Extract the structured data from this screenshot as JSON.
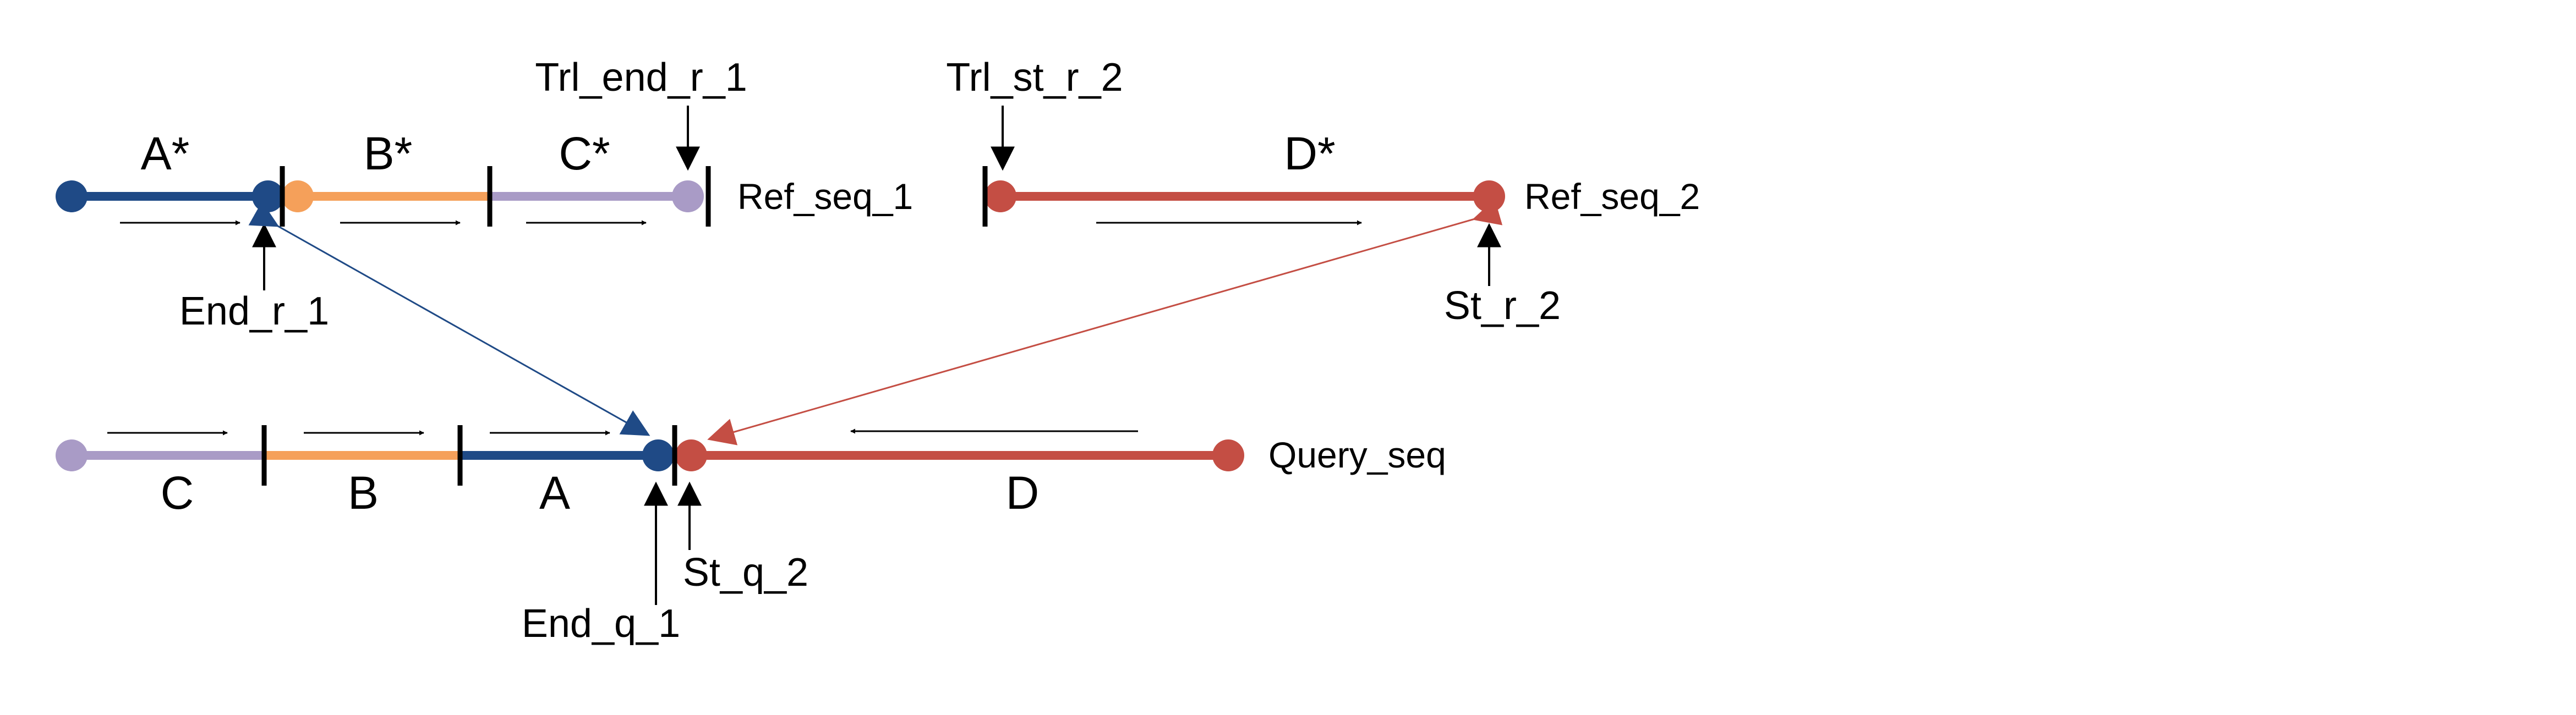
{
  "colors": {
    "segment_a": "#1f4a86",
    "segment_b": "#f5a05a",
    "segment_c": "#a99bc6",
    "segment_d": "#c44e44",
    "marker": "#000000"
  },
  "reference": {
    "seq1_label": "Ref_seq_1",
    "seq2_label": "Ref_seq_2",
    "segments": {
      "a": "A*",
      "b": "B*",
      "c": "C*",
      "d": "D*"
    },
    "points": {
      "trl_end_r_1": "Trl_end_r_1",
      "trl_st_r_2": "Trl_st_r_2",
      "end_r_1": "End_r_1",
      "st_r_2": "St_r_2"
    }
  },
  "query": {
    "seq_label": "Query_seq",
    "segments": {
      "c": "C",
      "b": "B",
      "a": "A",
      "d": "D"
    },
    "points": {
      "end_q_1": "End_q_1",
      "st_q_2": "St_q_2"
    }
  }
}
